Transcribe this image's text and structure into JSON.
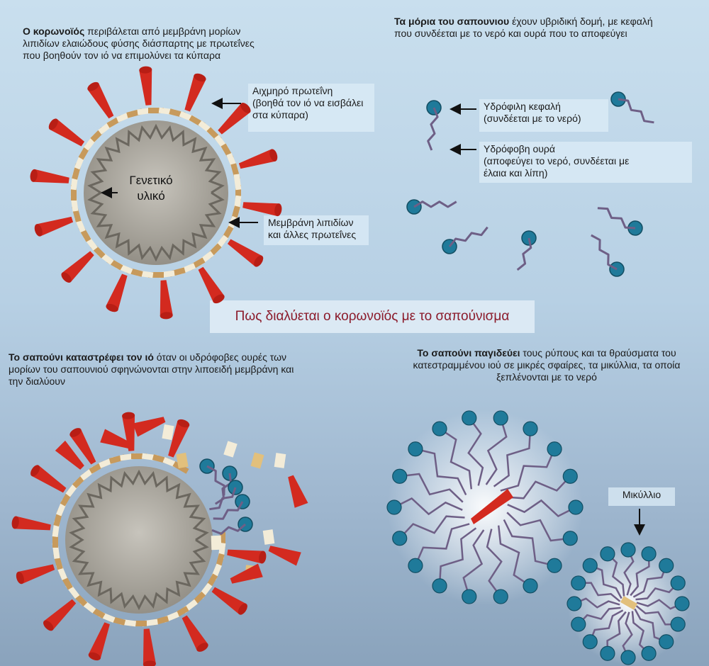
{
  "top_left": {
    "bold": "Ο κορωνοϊός",
    "rest1": " περιβάλεται από μεμβράνη μορίων",
    "line2": "λιπιδίων ελαιώδους φύσης διάσπαρτης με πρωτεΐνες",
    "line3": "που βοηθούν τον ιό να επιμολύνει τα κύπαρα"
  },
  "spike_label": {
    "line1": "Αιχμηρό πρωτεΐνη",
    "line2": "(βοηθά τον ιό να εισβάλει",
    "line3": "στα κύπαρα)"
  },
  "membrane_label": {
    "line1": "Μεμβράνη λιπιδίων",
    "line2": "και άλλες πρωτεΐνες"
  },
  "genetic_label": {
    "line1": "Γενετικό",
    "line2": "υλικό"
  },
  "top_right": {
    "bold": "Τα μόρια του  σαπουνιου",
    "rest1": " έχουν υβριδική δομή, με κεφαλή",
    "line2": "που συνδέεται με το νερό και ουρά που το αποφεύγει"
  },
  "head_label": {
    "line1": "Υδρόφιλη κεφαλή",
    "line2": "(συνδέεται με το νερό)"
  },
  "tail_label": {
    "line1": "Υδρόφοβη ουρά",
    "line2": "(αποφεύγει το νερό, συνδέεται με",
    "line3": "έλαια και λίπη)"
  },
  "center_title": "Πως διαλύεται ο κορωνοϊός με το σαπούνισμα",
  "bottom_left": {
    "bold": "Το σαπούνι καταστρέφει τον ιό",
    "rest1": " όταν οι υδρόφοβες ουρές των",
    "line2": "μορίων του σαπουνιού σφηνώνονται στην λιποειδή μεμβράνη και",
    "line3": "την διαλύουν"
  },
  "bottom_right": {
    "bold": "Το σαπούνι παγιδεύει",
    "rest1": " τους ρύπους και τα θραύσματα του",
    "line2": "κατεστραμμένου ιού σε μικρές σφαίρες, τα μικύλλια, τα οποία",
    "line3": "ξεπλένονται με το νερό"
  },
  "micelle_label": "Μικύλλιο",
  "colors": {
    "spike": "#d32a1f",
    "head": "#1f7a9a",
    "tail": "#6e5f86",
    "membrane_tan": "#c79a5c",
    "membrane_light": "#f3ecd8",
    "core": "#a7a39a",
    "title": "#8b1b2b"
  }
}
